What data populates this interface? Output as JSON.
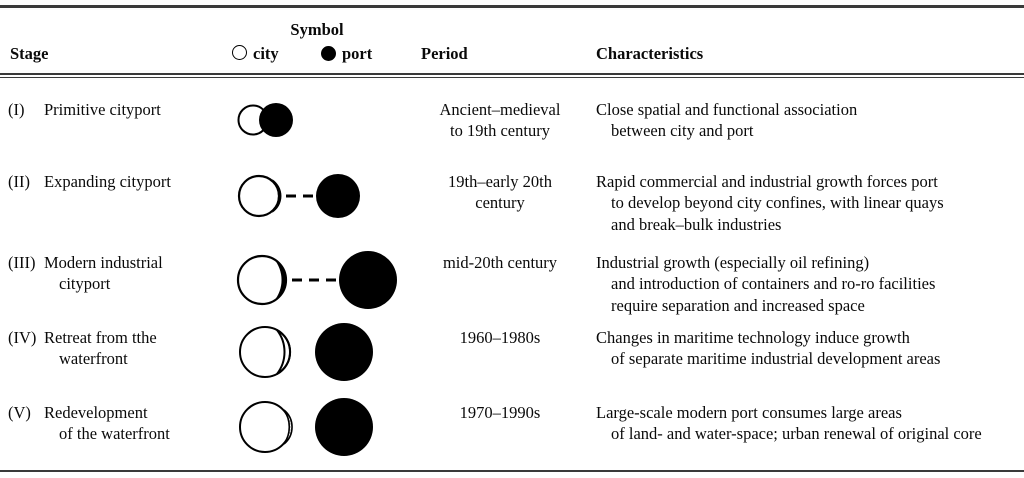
{
  "figure": {
    "type": "table",
    "header": {
      "symbol_title": "Symbol",
      "stage_label": "Stage",
      "legend": [
        {
          "icon": "open-circle-icon",
          "label": "city"
        },
        {
          "icon": "filled-circle-icon",
          "label": "port"
        }
      ],
      "period_label": "Period",
      "characteristics_label": "Characteristics"
    },
    "rows": [
      {
        "number": "(I)",
        "name": "Primitive cityport",
        "symbol": {
          "city": "open-circle-icon",
          "city_overlap": "small-solid-overlap",
          "port": "filled-circle-icon",
          "port_size": "small",
          "connector": "none"
        },
        "period": [
          "Ancient–medieval",
          "to 19th century"
        ],
        "characteristics": [
          "Close spatial and functional association",
          "between city and port"
        ]
      },
      {
        "number": "(II)",
        "name": "Expanding cityport",
        "symbol": {
          "city": "open-circle-icon",
          "city_overlap": "solid-lens-right",
          "port": "filled-circle-icon",
          "port_size": "medium",
          "connector": "dashed-line"
        },
        "period": [
          "19th–early 20th",
          "century"
        ],
        "characteristics": [
          "Rapid commercial and industrial growth forces port",
          "to develop beyond city confines, with linear quays",
          "and break–bulk industries"
        ]
      },
      {
        "number": "(III)",
        "name": "Modern industrial cityport",
        "name_lines": [
          "Modern industrial",
          "cityport"
        ],
        "symbol": {
          "city": "open-circle-icon",
          "city_overlap": "solid-lens-right",
          "port": "filled-circle-icon",
          "port_size": "large",
          "connector": "dashed-line-long"
        },
        "period": [
          "mid-20th century"
        ],
        "characteristics": [
          "Industrial growth (especially oil refining)",
          "and introduction of containers and ro-ro facilities",
          "require separation and increased space"
        ]
      },
      {
        "number": "(IV)",
        "name": "Retreat from tthe waterfront",
        "name_lines": [
          "Retreat from tthe",
          "waterfront"
        ],
        "symbol": {
          "city": "open-circle-icon",
          "city_overlap": "outline-lens-right",
          "port": "filled-circle-icon",
          "port_size": "large",
          "connector": "none"
        },
        "period": [
          "1960–1980s"
        ],
        "characteristics": [
          "Changes in maritime technology induce growth",
          "of separate maritime industrial development areas"
        ]
      },
      {
        "number": "(V)",
        "name": "Redevelopment of the waterfront",
        "name_lines": [
          "Redevelopment",
          "of the waterfront"
        ],
        "symbol": {
          "city": "open-circle-icon",
          "city_overlap": "stippled-lens-right",
          "port": "filled-circle-icon",
          "port_size": "large",
          "connector": "none"
        },
        "period": [
          "1970–1990s"
        ],
        "characteristics": [
          "Large-scale modern port consumes large areas",
          "of land- and water-space; urban renewal of original core"
        ]
      }
    ],
    "colors": {
      "ink": "#0a0a0a",
      "rule": "#3a3a3a",
      "port_fill": "#000000",
      "city_fill": "#ffffff",
      "stipple": "#b5b5b5",
      "background": "#ffffff"
    }
  }
}
